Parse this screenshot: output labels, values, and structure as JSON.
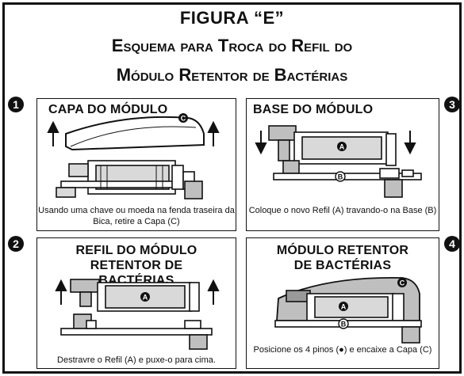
{
  "figure": {
    "title": "FIGURA “E”",
    "subtitle_line1": "Esquema para Troca do Refil do",
    "subtitle_line2": "Módulo Retentor de Bactérias"
  },
  "panels": [
    {
      "step": "1",
      "title": "CAPA DO MÓDULO",
      "caption": "Usando uma chave ou moeda na fenda traseira da Bica, retire a Capa (C)",
      "labels": [
        "C"
      ]
    },
    {
      "step": "3",
      "title": "BASE DO MÓDULO",
      "caption": "Coloque o novo Refil (A) travando-o na Base (B)",
      "labels": [
        "A",
        "B"
      ]
    },
    {
      "step": "2",
      "title": "REFIL DO MÓDULO RETENTOR DE BACTÉRIAS",
      "caption": "Destravre o Refil (A) e puxe-o para cima.",
      "labels": [
        "A"
      ]
    },
    {
      "step": "4",
      "title": "MÓDULO RETENTOR DE BACTÉRIAS",
      "caption": "Posicione os 4 pinos (●) e encaixe a Capa (C)",
      "labels": [
        "A",
        "B",
        "C"
      ]
    }
  ]
}
